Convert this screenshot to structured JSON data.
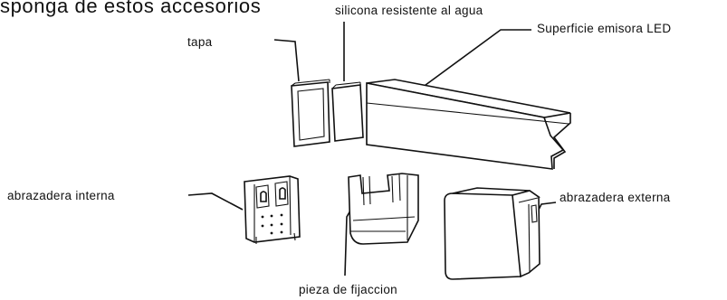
{
  "heading": "sponga de estos accesorios",
  "labels": {
    "silicone": "silicona resistente al agua",
    "cap": "tapa",
    "led_surface": "Superficie emisora LED",
    "inner_clamp": "abrazadera interna",
    "outer_clamp": "abrazadera externa",
    "fixing_piece": "pieza de fijaccion"
  }
}
